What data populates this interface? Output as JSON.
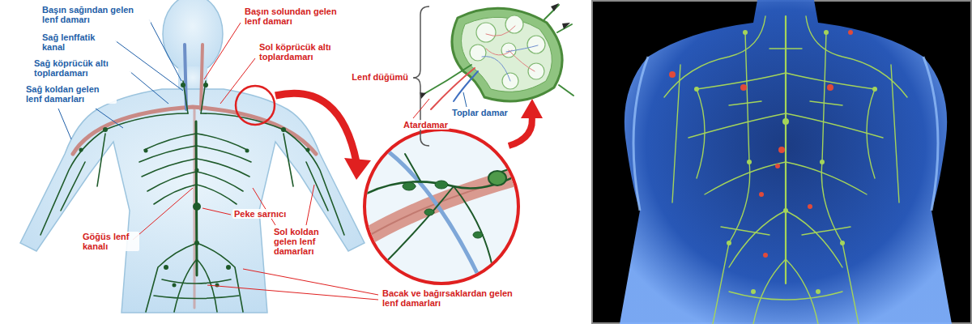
{
  "diagram": {
    "labels": [
      "Başın sağından gelen lenf damarı",
      "Sağ lenffatik kanal",
      "Sağ köprücük altı toplardamarı",
      "Sağ koldan gelen lenf damarları",
      "Başın solundan gelen lenf damarı",
      "Sol köprücük altı toplardamarı",
      "Lenf düğümü",
      "Atardamar",
      "Toplar damar",
      "Peke sarnıcı",
      "Göğüs lenf kanalı",
      "Sol koldan gelen lenf damarları",
      "Bacak ve bağırsaklardan gelen lenf damarları"
    ]
  }
}
